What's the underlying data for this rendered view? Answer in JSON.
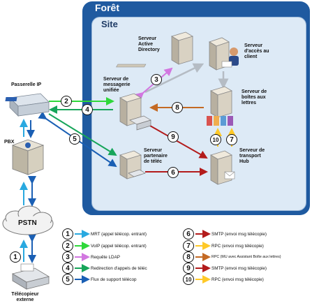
{
  "forest_title": "Forêt",
  "site_title": "Site",
  "nodes": {
    "ad": "Serveur Active Directory",
    "access": "Serveur d'accès au client",
    "um": "Serveur de messagerie unifiée",
    "mailbox": "Serveur de boîtes aux lettres",
    "ipgw": "Passerelle IP",
    "pbx": "PBX",
    "fax_partner": "Serveur partenaire de téléc",
    "hub": "Serveur de transport Hub",
    "pstn": "PSTN",
    "fax_ext": "Télécopieur externe"
  },
  "badges": [
    "1",
    "2",
    "3",
    "4",
    "5",
    "6",
    "7",
    "8",
    "9",
    "10"
  ],
  "legend": [
    {
      "num": "1",
      "text": "MRT (appel télécop. entrant)",
      "color": "#29a9e0"
    },
    {
      "num": "2",
      "text": "VoIP (appel télécop. entrant)",
      "color": "#2ed83a"
    },
    {
      "num": "3",
      "text": "Requête LDAP",
      "color": "#d277e0"
    },
    {
      "num": "4",
      "text": "Redirection d'appels de téléc",
      "color": "#17a55a"
    },
    {
      "num": "5",
      "text": "Flux de support télécop",
      "color": "#1a5fb4"
    },
    {
      "num": "6",
      "text": "SMTP (envoi msg télécopie)",
      "color": "#b31b1b"
    },
    {
      "num": "7",
      "text": "RPC (envoi msg télécopie)",
      "color": "#ffc928"
    },
    {
      "num": "8",
      "text": "RPC (MU avec Assistant Boîte aux lettres)",
      "color": "#c46a24"
    },
    {
      "num": "9",
      "text": "SMTP (envoi msg télécopie)",
      "color": "#b31b1b"
    },
    {
      "num": "10",
      "text": "RPC (envoi msg télécopie)",
      "color": "#ffc928"
    }
  ],
  "colors": {
    "forest": "#1f5aa0",
    "site": "#ddeaf6",
    "mrt": "#29a9e0",
    "voip": "#2ed83a",
    "ldap": "#d277e0",
    "redirect": "#17a55a",
    "fax_media": "#1a5fb4",
    "smtp": "#b31b1b",
    "rpc": "#ffc928",
    "rpc_mu": "#c46a24",
    "gray": "#b5bcc4"
  }
}
